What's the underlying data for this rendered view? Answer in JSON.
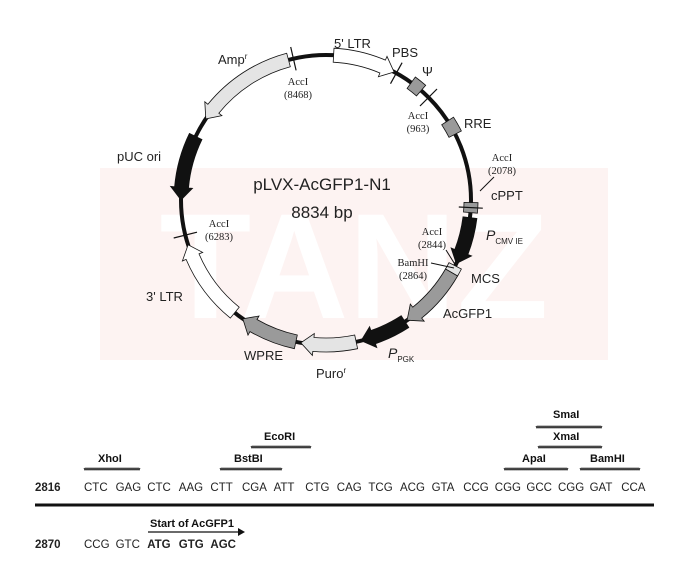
{
  "map": {
    "name": "pLVX-AcGFP1-N1",
    "size": "8834 bp",
    "watermark": "TANZ",
    "features": {
      "ltr5": "5' LTR",
      "pbs": "PBS",
      "psi": "Ψ",
      "rre": "RRE",
      "cppt": "cPPT",
      "pcmv_p": "P",
      "pcmv_sub": "CMV IE",
      "mcs": "MCS",
      "acgfp1": "AcGFP1",
      "ppgk_p": "P",
      "ppgk_sub": "PGK",
      "puro": "Puro",
      "puro_sup": "r",
      "wpre": "WPRE",
      "ltr3": "3' LTR",
      "puc": "pUC ori",
      "amp": "Amp",
      "amp_sup": "r"
    },
    "sites": [
      {
        "enzyme": "AccI",
        "position": "(8468)"
      },
      {
        "enzyme": "AccI",
        "position": "(963)"
      },
      {
        "enzyme": "AccI",
        "position": "(2078)"
      },
      {
        "enzyme": "AccI",
        "position": "(2844)"
      },
      {
        "enzyme": "BamHI",
        "position": "(2864)"
      },
      {
        "enzyme": "AccI",
        "position": "(6283)"
      }
    ]
  },
  "sequence": {
    "row1": {
      "start": "2816",
      "codons": [
        "CTC",
        "GAG",
        "CTC",
        "AAG",
        "CTT",
        "CGA",
        "ATT",
        "CTG",
        "CAG",
        "TCG",
        "ACG",
        "GTA",
        "CCG",
        "CGG",
        "GCC",
        "CGG",
        "GAT",
        "CCA"
      ]
    },
    "row2": {
      "start": "2870",
      "codons": [
        "CCG",
        "GTC",
        "ATG",
        "GTG",
        "AGC"
      ],
      "start_label": "Start of AcGFP1"
    },
    "enzymes": {
      "xhoi": "XhoI",
      "bstbi": "BstBI",
      "ecori": "EcoRI",
      "apai": "ApaI",
      "xmai": "XmaI",
      "smai": "SmaI",
      "bamhi": "BamHI"
    }
  },
  "colors": {
    "black": "#111111",
    "gray": "#9a9a9a",
    "lightgray": "#e4e4e4",
    "white": "#ffffff",
    "watermark_bg": "#fdf3f2"
  }
}
